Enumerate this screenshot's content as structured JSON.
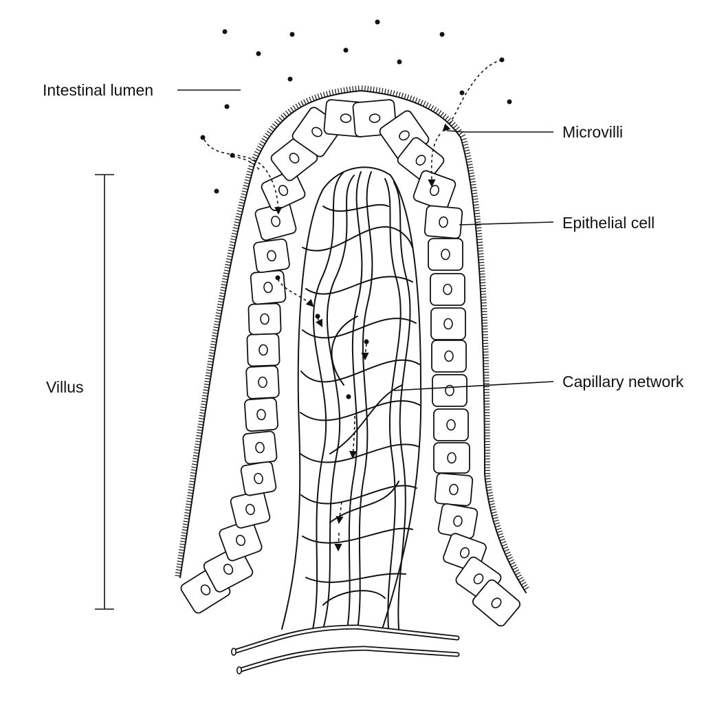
{
  "labels": {
    "intestinal_lumen": "Intestinal lumen",
    "microvilli": "Microvilli",
    "epithelial_cell": "Epithelial cell",
    "villus": "Villus",
    "capillary_network": "Capillary network"
  },
  "colors": {
    "ink": "#111111",
    "background": "#ffffff"
  }
}
